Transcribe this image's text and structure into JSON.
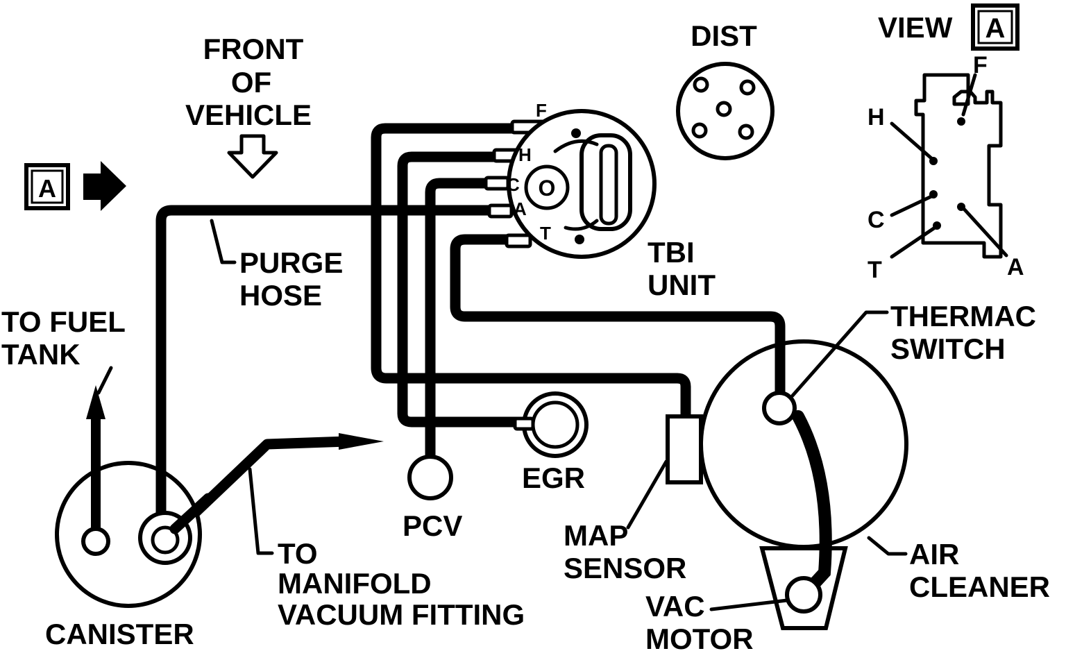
{
  "labels": {
    "front_line1": "FRONT",
    "front_line2": "OF",
    "front_line3": "VEHICLE",
    "view_a_marker": "A",
    "dist": "DIST",
    "view": "VIEW",
    "view_box": "A",
    "purge_line1": "PURGE",
    "purge_line2": "HOSE",
    "tbi_line1": "TBI",
    "tbi_line2": "UNIT",
    "fuel_line1": "TO FUEL",
    "fuel_line2": "TANK",
    "thermac_line1": "THERMAC",
    "thermac_line2": "SWITCH",
    "egr": "EGR",
    "pcv": "PCV",
    "map_line1": "MAP",
    "map_line2": "SENSOR",
    "air_line1": "AIR",
    "air_line2": "CLEANER",
    "vac_line1": "VAC",
    "vac_line2": "MOTOR",
    "manifold_line1": "TO",
    "manifold_line2": "MANIFOLD",
    "manifold_line3": "VACUUM FITTING",
    "canister": "CANISTER"
  },
  "tbi_ports": {
    "F": "F",
    "H": "H",
    "C": "C",
    "A": "A",
    "T": "T",
    "center": "O"
  },
  "view_ports": {
    "F": "F",
    "H": "H",
    "C": "C",
    "T": "T",
    "A": "A"
  }
}
